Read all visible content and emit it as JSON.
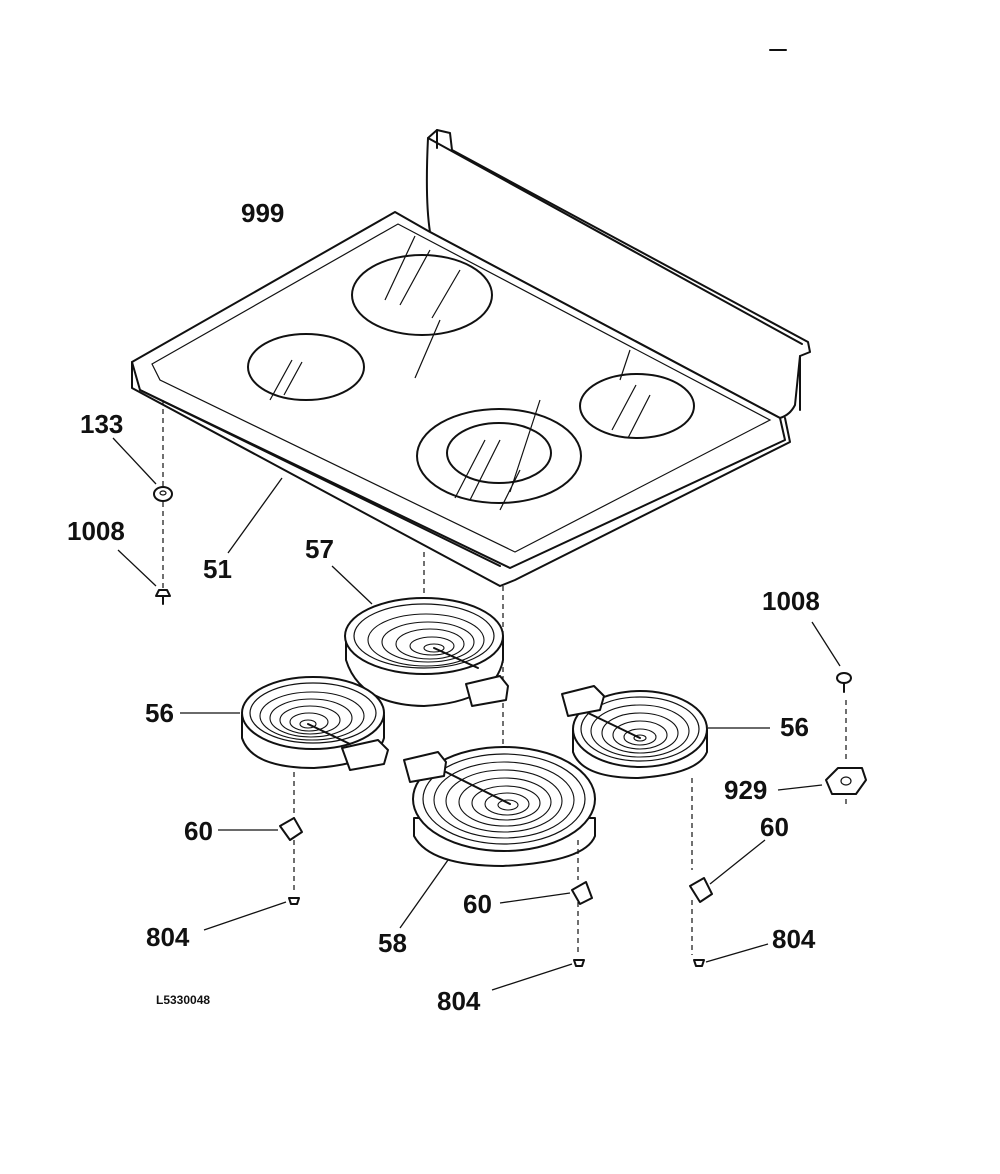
{
  "diagram": {
    "drawing_id": "L5330048",
    "part_labels": [
      {
        "key": "999",
        "text": "999"
      },
      {
        "key": "133",
        "text": "133"
      },
      {
        "key": "1008a",
        "text": "1008"
      },
      {
        "key": "51",
        "text": "51"
      },
      {
        "key": "57",
        "text": "57"
      },
      {
        "key": "1008b",
        "text": "1008"
      },
      {
        "key": "56a",
        "text": "56"
      },
      {
        "key": "56b",
        "text": "56"
      },
      {
        "key": "929",
        "text": "929"
      },
      {
        "key": "60a",
        "text": "60"
      },
      {
        "key": "60b",
        "text": "60"
      },
      {
        "key": "60c",
        "text": "60"
      },
      {
        "key": "58",
        "text": "58"
      },
      {
        "key": "804a",
        "text": "804"
      },
      {
        "key": "804b",
        "text": "804"
      },
      {
        "key": "804c",
        "text": "804"
      }
    ]
  }
}
